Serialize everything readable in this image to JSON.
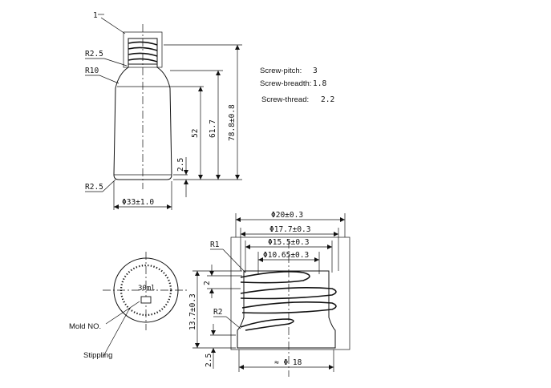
{
  "specs": {
    "pitch_label": "Screw-pitch:",
    "pitch_value": "3",
    "breadth_label": "Screw-breadth:",
    "breadth_value": "1.8",
    "thread_label": "Screw-thread:",
    "thread_value": "2.2"
  },
  "bottle": {
    "radius_top": "R2.5",
    "radius_shoulder": "R10",
    "radius_bottom": "R2.5",
    "finish_mark": "1",
    "diameter": "Φ33±1.0",
    "height_total": "78.8±0.8",
    "height_body": "61.7",
    "height_shoulder": "52",
    "height_base": "2.5"
  },
  "bottom_view": {
    "capacity": "30ml",
    "mold_label": "Mold NO.",
    "stippling_label": "Stippling"
  },
  "neck": {
    "diameter_outer": "Φ20±0.3",
    "diameter_thread": "Φ17.7±0.3",
    "diameter_inner": "Φ15.5±0.3",
    "diameter_bore": "Φ10.65±0.3",
    "radius_top": "R1",
    "radius_bottom": "R2",
    "height_finish": "13.7±0.3",
    "height_lip": "2",
    "height_bead": "2.5",
    "diameter_base": "≈ Φ 18"
  }
}
